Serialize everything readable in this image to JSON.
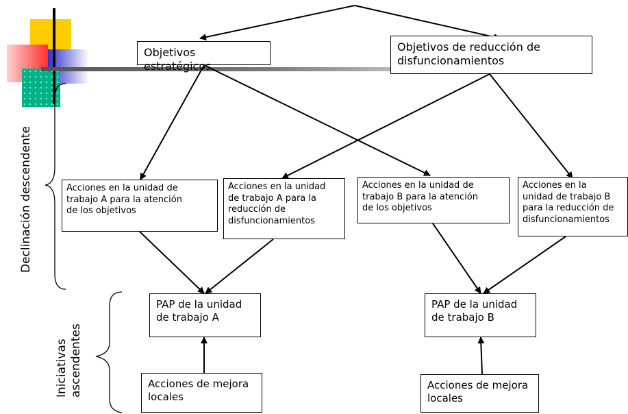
{
  "diagram": {
    "top_boxes": {
      "strategic": "Objetivos estratégicos",
      "dysfunction": [
        "Objetivos de reducción de",
        "disfuncionamientos"
      ]
    },
    "action_boxes": [
      {
        "lines": [
          "Acciones en la unidad de",
          "trabajo A para la atención",
          "de los objetivos"
        ]
      },
      {
        "lines": [
          "Acciones en la unidad",
          "de trabajo A para la",
          "reducción de",
          "disfuncionamientos"
        ]
      },
      {
        "lines": [
          "Acciones en la unidad de",
          "trabajo B para la atención",
          "de los objetivos"
        ]
      },
      {
        "lines": [
          "Acciones en la",
          "unidad de trabajo B",
          "para la reducción de",
          "disfuncionamientos"
        ]
      }
    ],
    "pap_boxes": [
      {
        "lines": [
          "PAP de la unidad",
          "de trabajo A"
        ]
      },
      {
        "lines": [
          "PAP de la unidad",
          "de trabajo B"
        ]
      }
    ],
    "local_boxes": [
      {
        "lines": [
          "Acciones de mejora",
          "locales"
        ]
      },
      {
        "lines": [
          "Acciones de mejora",
          "locales"
        ]
      }
    ],
    "side_labels": {
      "descending": "Declinación descendente",
      "ascending": [
        "Iniciativas",
        "ascendentes"
      ]
    }
  },
  "colors": {
    "deco_yellow": "#ffcc00",
    "deco_red": "#ff3333",
    "deco_blue": "#3333cc",
    "deco_teal": "#00b386",
    "title_fragment": "#3333cc"
  }
}
